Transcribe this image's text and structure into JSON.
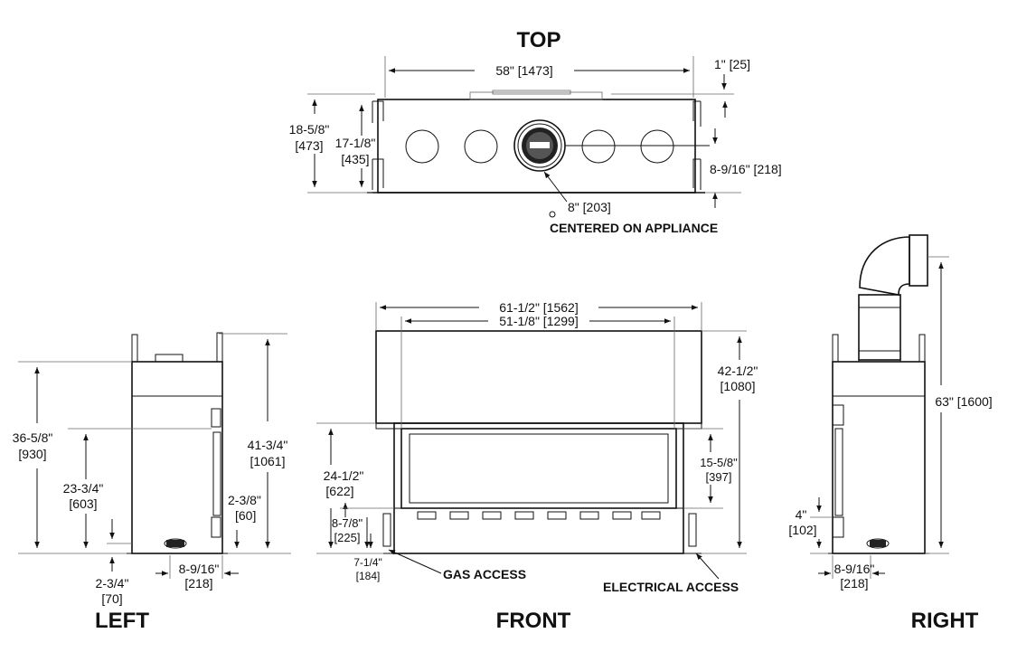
{
  "views": {
    "top": "TOP",
    "left": "LEFT",
    "front": "FRONT",
    "right": "RIGHT"
  },
  "top": {
    "width": "58\" [1473]",
    "offset": "1\" [25]",
    "depth_outer_1": "18-5/8\"",
    "depth_outer_2": "[473]",
    "depth_inner_1": "17-1/8\"",
    "depth_inner_2": "[435]",
    "vent_offset": "8-9/16\" [218]",
    "vent_size": "8\" [203]",
    "centered_note": "CENTERED ON APPLIANCE"
  },
  "left": {
    "height_1": "36-5/8\"",
    "height_2": "[930]",
    "mid_1": "23-3/4\"",
    "mid_2": "[603]",
    "total_1": "41-3/4\"",
    "total_2": "[1061]",
    "small_1": "2-3/8\"",
    "small_2": "[60]",
    "base_1": "2-3/4\"",
    "base_2": "[70]",
    "depth_1": "8-9/16\"",
    "depth_2": "[218]"
  },
  "front": {
    "outer_width": "61-1/2\" [1562]",
    "inner_width": "51-1/8\" [1299]",
    "height_1": "42-1/2\"",
    "height_2": "[1080]",
    "glass_1": "24-1/2\"",
    "glass_2": "[622]",
    "view_1": "15-5/8\"",
    "view_2": "[397]",
    "lower_1": "8-7/8\"",
    "lower_2": "[225]",
    "floor_1": "7-1/4\"",
    "floor_2": "[184]",
    "gas_access": "GAS ACCESS",
    "electrical_access": "ELECTRICAL ACCESS"
  },
  "right": {
    "total": "63\" [1600]",
    "small_1": "4\"",
    "small_2": "[102]",
    "depth_1": "8-9/16\"",
    "depth_2": "[218]"
  }
}
